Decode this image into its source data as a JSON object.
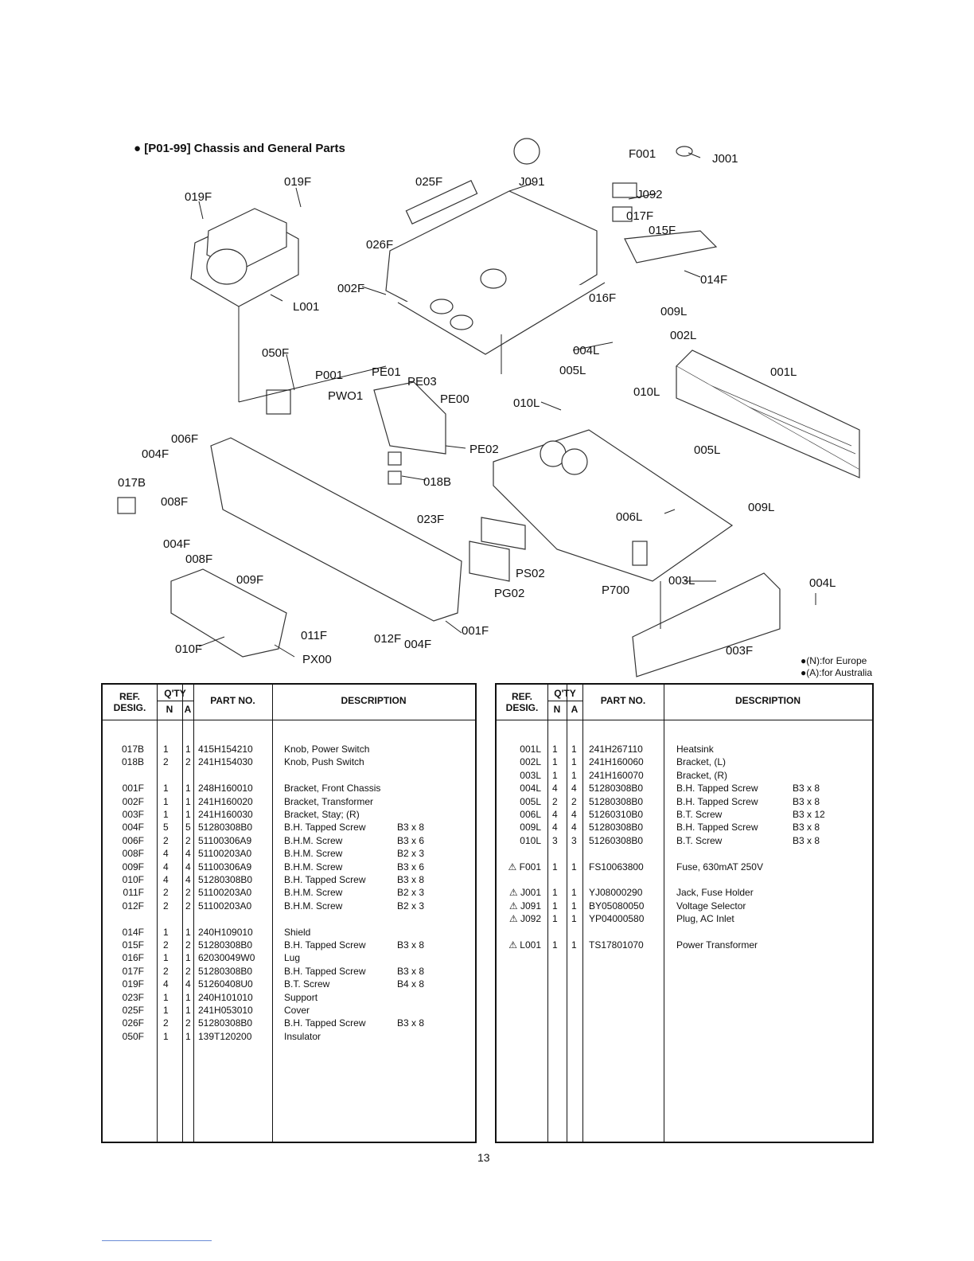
{
  "title": "● [P01-99] Chassis and General Parts",
  "notes": [
    "●(N):for Europe",
    "●(A):for Australia"
  ],
  "diagram_labels": [
    "019F",
    "019F",
    "025F",
    "J091",
    "F001",
    "J001",
    "J092",
    "017F",
    "015F",
    "026F",
    "014F",
    "016F",
    "002F",
    "L001",
    "009L",
    "002L",
    "004L",
    "005L",
    "001L",
    "050F",
    "P001",
    "PE01",
    "PE03",
    "PWO1",
    "PE00",
    "010L",
    "010L",
    "006F",
    "004F",
    "PE02",
    "005L",
    "017B",
    "008F",
    "018B",
    "023F",
    "006L",
    "009L",
    "004F",
    "008F",
    "PS02",
    "P700",
    "PG02",
    "009F",
    "003L",
    "004L",
    "011F",
    "012F",
    "004F",
    "001F",
    "003F",
    "010F",
    "PX00"
  ],
  "table_headers": {
    "ref": "REF. DESIG.",
    "qty": "Q'TY",
    "n": "N",
    "a": "A",
    "part_no": "PART NO.",
    "description": "DESCRIPTION"
  },
  "left_table": [
    {
      "ref": "017B",
      "n": "1",
      "a": "1",
      "part": "415H154210",
      "desc": "Knob, Power Switch",
      "size": ""
    },
    {
      "ref": "018B",
      "n": "2",
      "a": "2",
      "part": "241H154030",
      "desc": "Knob, Push Switch",
      "size": ""
    },
    {
      "ref": "",
      "n": "",
      "a": "",
      "part": "",
      "desc": "",
      "size": ""
    },
    {
      "ref": "001F",
      "n": "1",
      "a": "1",
      "part": "248H160010",
      "desc": "Bracket, Front Chassis",
      "size": ""
    },
    {
      "ref": "002F",
      "n": "1",
      "a": "1",
      "part": "241H160020",
      "desc": "Bracket, Transformer",
      "size": ""
    },
    {
      "ref": "003F",
      "n": "1",
      "a": "1",
      "part": "241H160030",
      "desc": "Bracket, Stay; (R)",
      "size": ""
    },
    {
      "ref": "004F",
      "n": "5",
      "a": "5",
      "part": "51280308B0",
      "desc": "B.H. Tapped Screw",
      "size": "B3 x 8"
    },
    {
      "ref": "006F",
      "n": "2",
      "a": "2",
      "part": "51100306A9",
      "desc": "B.H.M. Screw",
      "size": "B3 x 6"
    },
    {
      "ref": "008F",
      "n": "4",
      "a": "4",
      "part": "51100203A0",
      "desc": "B.H.M. Screw",
      "size": "B2 x 3"
    },
    {
      "ref": "009F",
      "n": "4",
      "a": "4",
      "part": "51100306A9",
      "desc": "B.H.M. Screw",
      "size": "B3 x 6"
    },
    {
      "ref": "010F",
      "n": "4",
      "a": "4",
      "part": "51280308B0",
      "desc": "B.H. Tapped Screw",
      "size": "B3 x 8"
    },
    {
      "ref": "011F",
      "n": "2",
      "a": "2",
      "part": "51100203A0",
      "desc": "B.H.M. Screw",
      "size": "B2 x 3"
    },
    {
      "ref": "012F",
      "n": "2",
      "a": "2",
      "part": "51100203A0",
      "desc": "B.H.M. Screw",
      "size": "B2 x 3"
    },
    {
      "ref": "",
      "n": "",
      "a": "",
      "part": "",
      "desc": "",
      "size": ""
    },
    {
      "ref": "014F",
      "n": "1",
      "a": "1",
      "part": "240H109010",
      "desc": "Shield",
      "size": ""
    },
    {
      "ref": "015F",
      "n": "2",
      "a": "2",
      "part": "51280308B0",
      "desc": "B.H. Tapped Screw",
      "size": "B3 x 8"
    },
    {
      "ref": "016F",
      "n": "1",
      "a": "1",
      "part": "62030049W0",
      "desc": "Lug",
      "size": ""
    },
    {
      "ref": "017F",
      "n": "2",
      "a": "2",
      "part": "51280308B0",
      "desc": "B.H. Tapped Screw",
      "size": "B3 x 8"
    },
    {
      "ref": "019F",
      "n": "4",
      "a": "4",
      "part": "51260408U0",
      "desc": "B.T. Screw",
      "size": "B4 x 8"
    },
    {
      "ref": "023F",
      "n": "1",
      "a": "1",
      "part": "240H101010",
      "desc": "Support",
      "size": ""
    },
    {
      "ref": "025F",
      "n": "1",
      "a": "1",
      "part": "241H053010",
      "desc": "Cover",
      "size": ""
    },
    {
      "ref": "026F",
      "n": "2",
      "a": "2",
      "part": "51280308B0",
      "desc": "B.H. Tapped Screw",
      "size": "B3 x 8"
    },
    {
      "ref": "050F",
      "n": "1",
      "a": "1",
      "part": "139T120200",
      "desc": "Insulator",
      "size": ""
    }
  ],
  "right_table": [
    {
      "ref": "001L",
      "n": "1",
      "a": "1",
      "part": "241H267110",
      "desc": "Heatsink",
      "size": ""
    },
    {
      "ref": "002L",
      "n": "1",
      "a": "1",
      "part": "241H160060",
      "desc": "Bracket, (L)",
      "size": ""
    },
    {
      "ref": "003L",
      "n": "1",
      "a": "1",
      "part": "241H160070",
      "desc": "Bracket, (R)",
      "size": ""
    },
    {
      "ref": "004L",
      "n": "4",
      "a": "4",
      "part": "51280308B0",
      "desc": "B.H. Tapped Screw",
      "size": "B3 x 8"
    },
    {
      "ref": "005L",
      "n": "2",
      "a": "2",
      "part": "51280308B0",
      "desc": "B.H. Tapped Screw",
      "size": "B3 x 8"
    },
    {
      "ref": "006L",
      "n": "4",
      "a": "4",
      "part": "51260310B0",
      "desc": "B.T. Screw",
      "size": "B3 x 12"
    },
    {
      "ref": "009L",
      "n": "4",
      "a": "4",
      "part": "51280308B0",
      "desc": "B.H. Tapped Screw",
      "size": "B3 x 8"
    },
    {
      "ref": "010L",
      "n": "3",
      "a": "3",
      "part": "51260308B0",
      "desc": "B.T. Screw",
      "size": "B3 x 8"
    },
    {
      "ref": "",
      "n": "",
      "a": "",
      "part": "",
      "desc": "",
      "size": ""
    },
    {
      "ref": "⚠ F001",
      "n": "1",
      "a": "1",
      "part": "FS10063800",
      "desc": "Fuse, 630mAT  250V",
      "size": ""
    },
    {
      "ref": "",
      "n": "",
      "a": "",
      "part": "",
      "desc": "",
      "size": ""
    },
    {
      "ref": "⚠ J001",
      "n": "1",
      "a": "1",
      "part": "YJ08000290",
      "desc": "Jack, Fuse Holder",
      "size": ""
    },
    {
      "ref": "⚠ J091",
      "n": "1",
      "a": "1",
      "part": "BY05080050",
      "desc": "Voltage Selector",
      "size": ""
    },
    {
      "ref": "⚠ J092",
      "n": "1",
      "a": "1",
      "part": "YP04000580",
      "desc": "Plug, AC Inlet",
      "size": ""
    },
    {
      "ref": "",
      "n": "",
      "a": "",
      "part": "",
      "desc": "",
      "size": ""
    },
    {
      "ref": "⚠ L001",
      "n": "1",
      "a": "1",
      "part": "TS17801070",
      "desc": "Power Transformer",
      "size": ""
    }
  ],
  "page_number": "13"
}
